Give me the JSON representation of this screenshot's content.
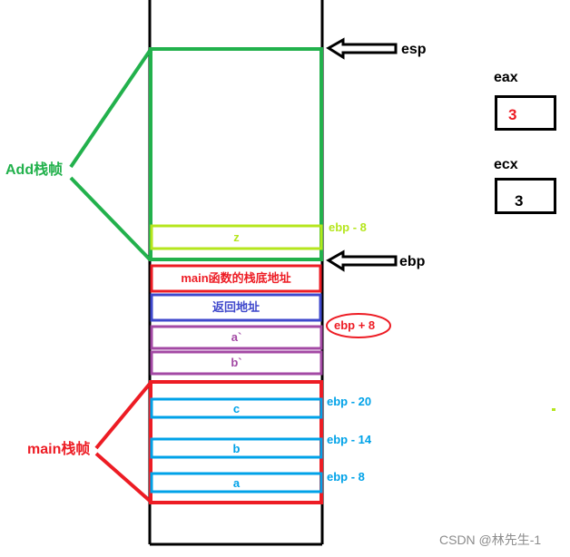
{
  "colors": {
    "black": "#000000",
    "green": "#22b14c",
    "yellow_green": "#b5e61d",
    "red": "#ed1c24",
    "navy": "#3f48cc",
    "purple": "#a349a4",
    "blue": "#00a2e8",
    "gray": "#8c8c8c"
  },
  "stack_cells": {
    "z": "z",
    "main_base": "main函数的栈底地址",
    "ret_addr": "返回地址",
    "a_prime": "a`",
    "b_prime": "b`",
    "c": "c",
    "b": "b",
    "a": "a"
  },
  "offset_labels": {
    "z": "ebp - 8",
    "a_prime": "ebp + 8",
    "c": "ebp - 20",
    "b": "ebp - 14",
    "a": "ebp - 8"
  },
  "pointers": {
    "esp": "esp",
    "ebp": "ebp"
  },
  "frames": {
    "add": "Add栈帧",
    "main": "main栈帧"
  },
  "registers": {
    "eax": {
      "name": "eax",
      "value": "3"
    },
    "ecx": {
      "name": "ecx",
      "value": "3"
    }
  },
  "watermark": "CSDN @林先生-1"
}
